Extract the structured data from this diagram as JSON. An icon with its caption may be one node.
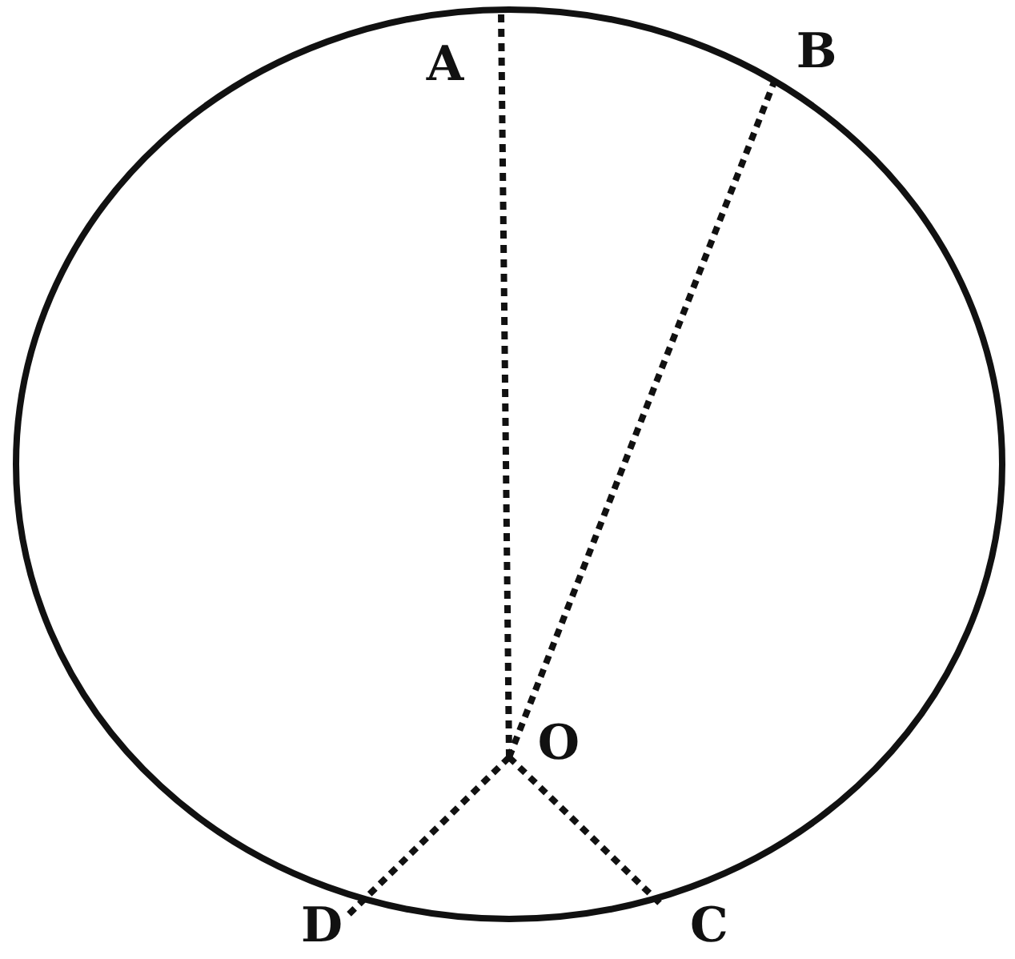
{
  "diagram": {
    "nodes": [
      {
        "text": [
          "A"
        ]
      },
      {
        "text": [
          "B"
        ]
      },
      {
        "text": [
          "C"
        ]
      },
      {
        "text": [
          "D"
        ]
      },
      {
        "text": [
          "O"
        ]
      }
    ],
    "edges": [
      {
        "from": 4,
        "to": 0,
        "arrow": "none",
        "style": "dashed"
      },
      {
        "from": 4,
        "to": 1,
        "arrow": "none",
        "style": "dashed"
      },
      {
        "from": 4,
        "to": 2,
        "arrow": "none",
        "style": "dashed"
      },
      {
        "from": 4,
        "to": 3,
        "arrow": "none",
        "style": "dashed"
      }
    ]
  }
}
